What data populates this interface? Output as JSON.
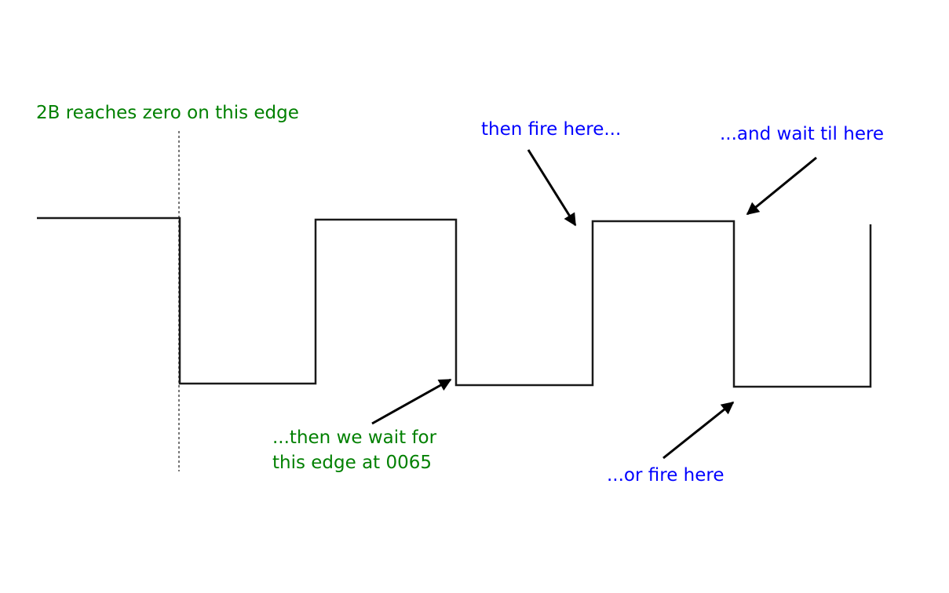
{
  "colors": {
    "green": "#008000",
    "blue": "#0000ff",
    "wave": "#1a1a1a",
    "guide": "#777777"
  },
  "labels": {
    "zero_edge": "2B reaches zero on this edge",
    "wait_edge_line1": "...then we wait for",
    "wait_edge_line2": "this edge at 0065",
    "fire_here": "then fire here...",
    "wait_til_here": "...and wait til here",
    "or_fire_here": "...or fire here"
  }
}
